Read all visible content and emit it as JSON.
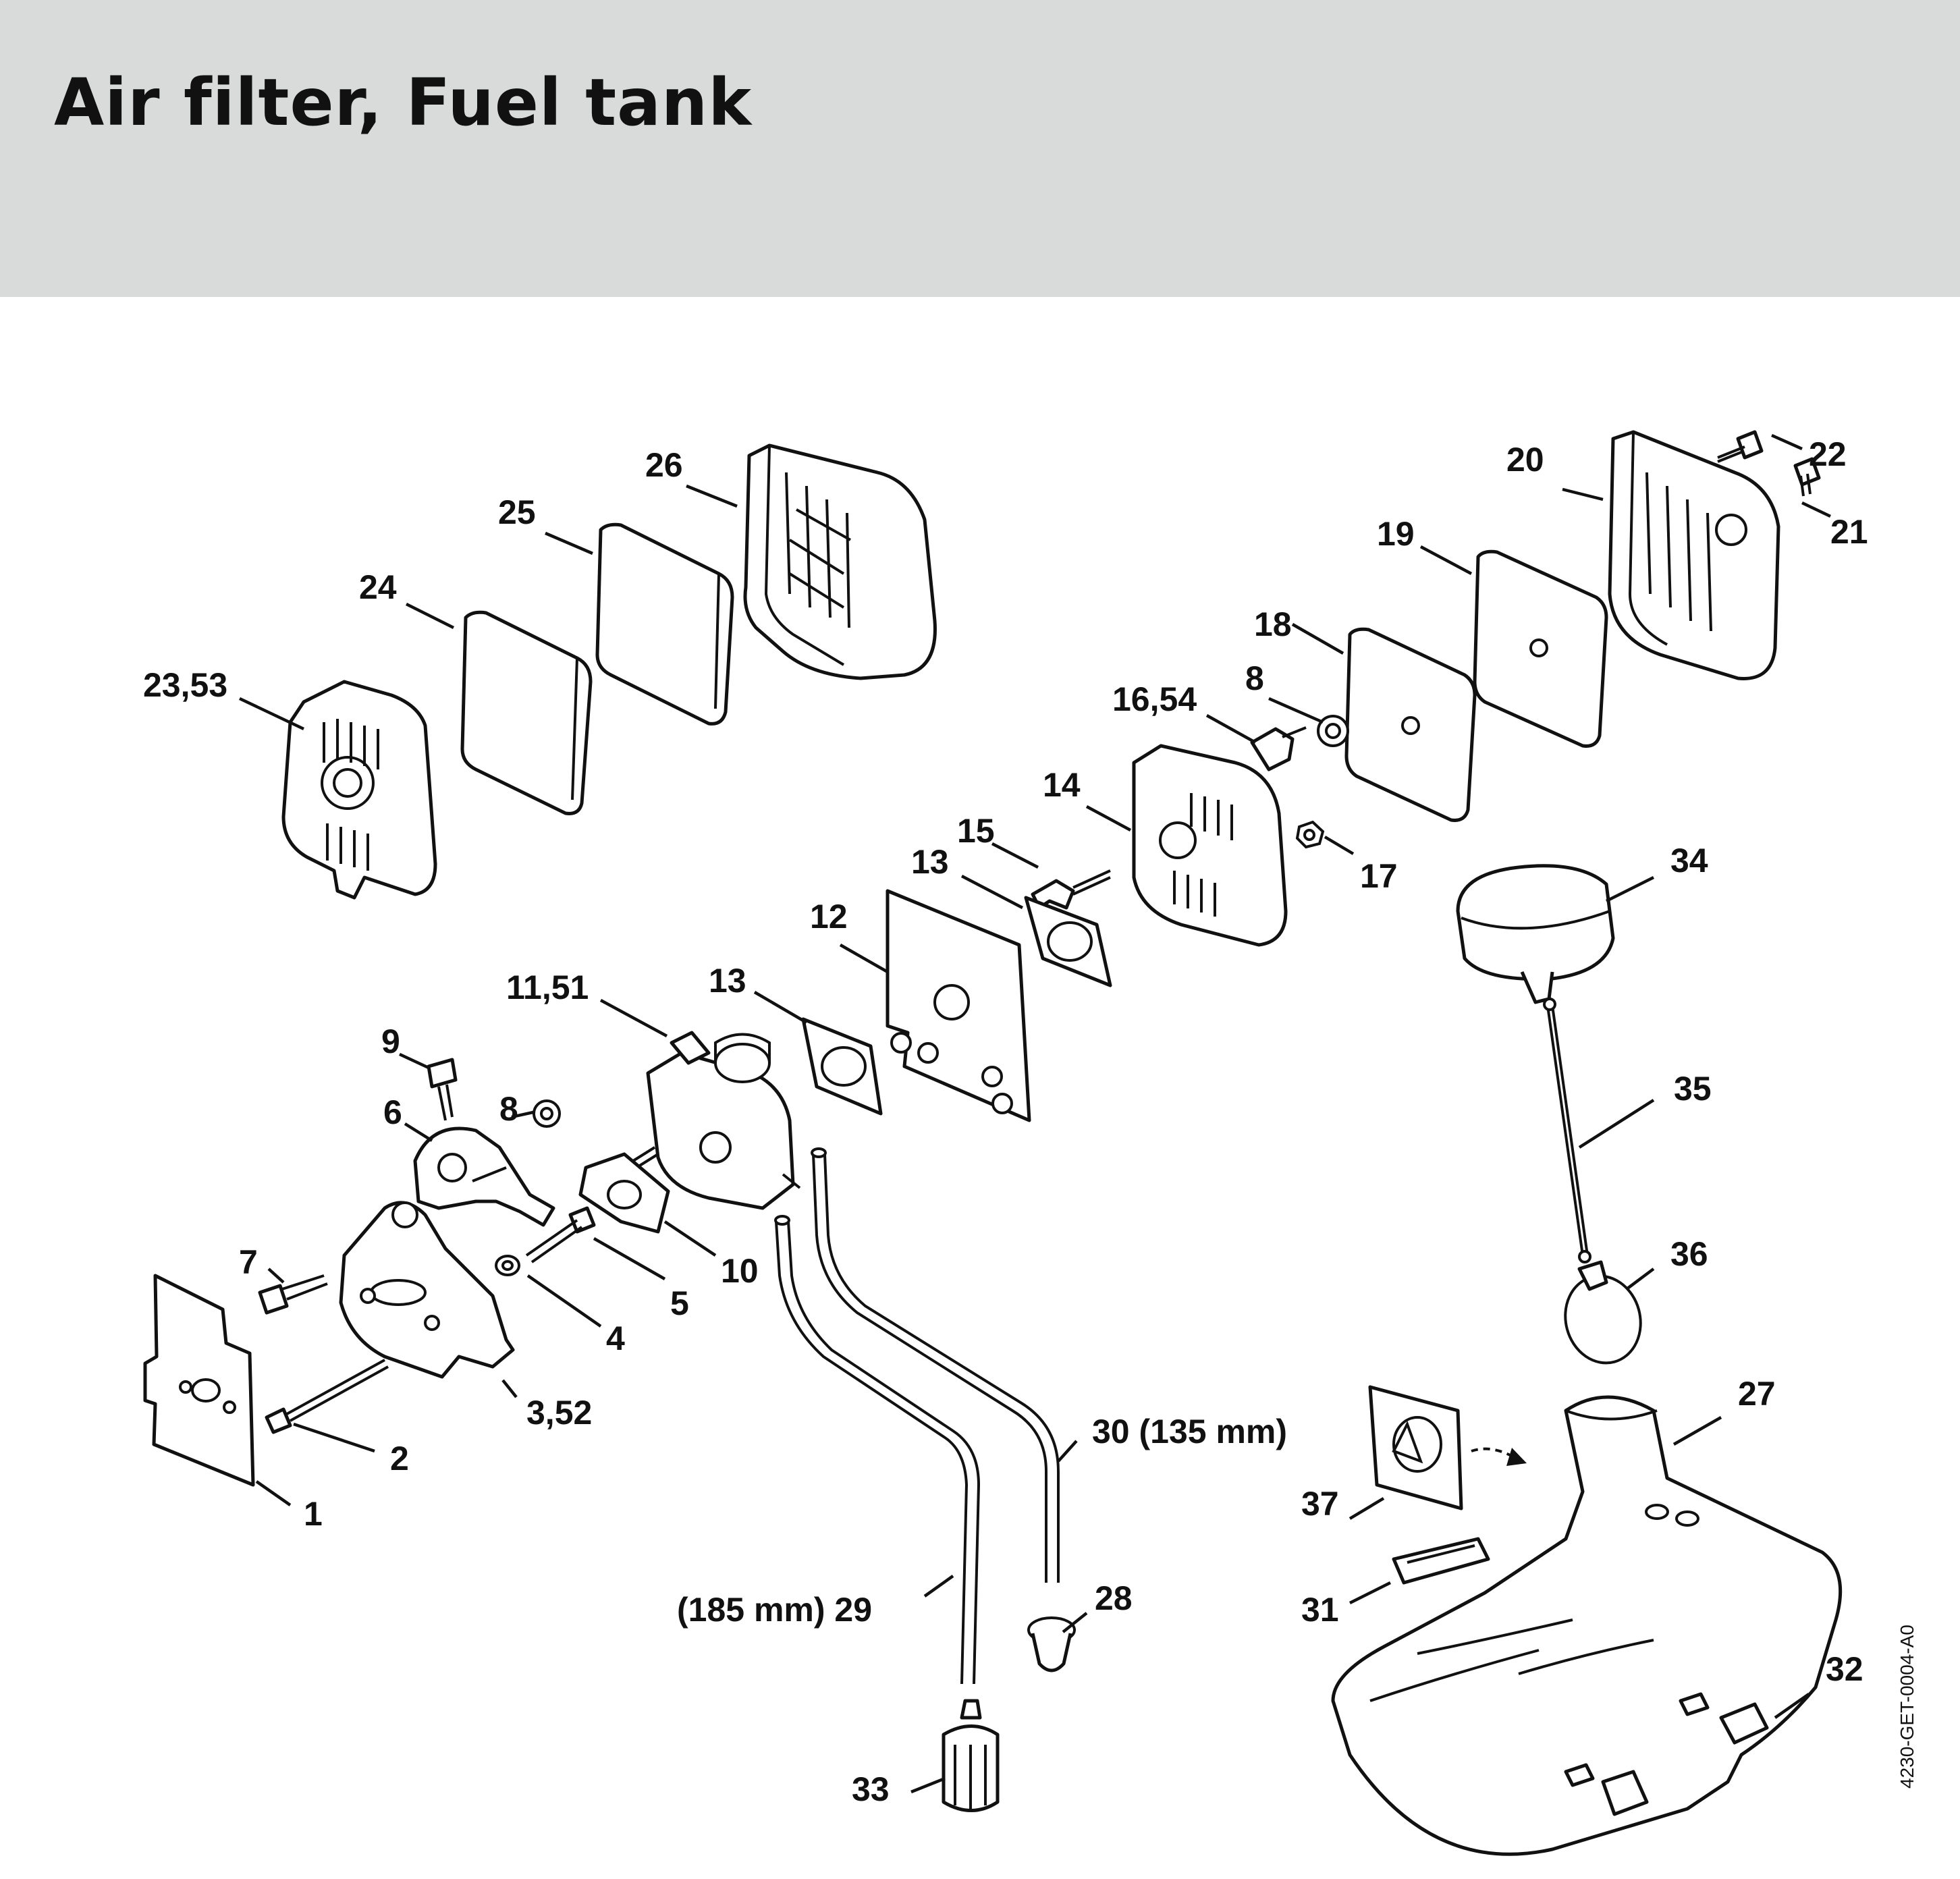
{
  "header": {
    "title": "Air filter, Fuel tank"
  },
  "diagram_code": "4230-GET-0004-A0",
  "labels": {
    "l1": "1",
    "l2": "2",
    "l3": "3,52",
    "l4": "4",
    "l5": "5",
    "l6": "6",
    "l7": "7",
    "l8a": "8",
    "l8b": "8",
    "l9": "9",
    "l10": "10",
    "l11": "11,51",
    "l12": "12",
    "l13a": "13",
    "l13b": "13",
    "l14": "14",
    "l15": "15",
    "l16": "16,54",
    "l17": "17",
    "l18": "18",
    "l19": "19",
    "l20": "20",
    "l21": "21",
    "l22": "22",
    "l23": "23,53",
    "l24": "24",
    "l25": "25",
    "l26": "26",
    "l27": "27",
    "l28": "28",
    "l29": "(185 mm) 29",
    "l30": "30 (135 mm)",
    "l31": "31",
    "l32": "32",
    "l33": "33",
    "l34": "34",
    "l35": "35",
    "l36": "36",
    "l37": "37"
  }
}
